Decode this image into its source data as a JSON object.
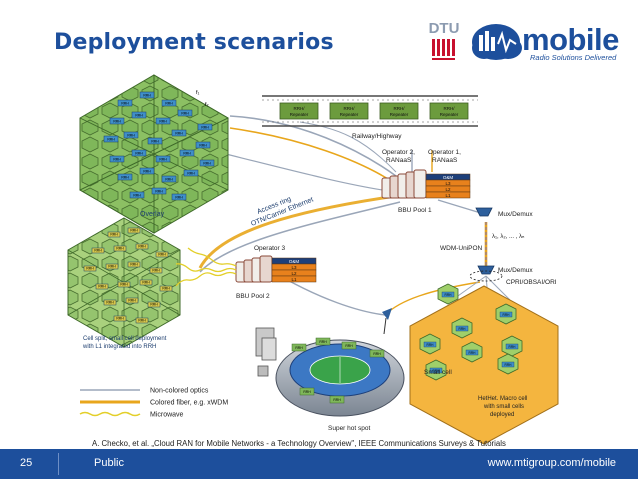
{
  "slide": {
    "title": "Deployment scenarios"
  },
  "logos": {
    "dtu_text": "DTU",
    "brand_word": "mobile",
    "brand_tagline": "Radio Solutions Delivered"
  },
  "diagram": {
    "rrh_label": "RRH",
    "small_rrh_label": "RRH",
    "repeater_label_line1": "RRH/",
    "repeater_label_line2": "Repeater",
    "railway_label": "Railway/Highway",
    "operator2_line1": "Operator 2,",
    "operator2_line2": "RANaaS",
    "operator1_line1": "Operator 1,",
    "operator1_line2": "RANaaS",
    "operator3_label": "Operator 3",
    "stack_layers": [
      "O&M",
      "L3",
      "L2",
      "L1"
    ],
    "bbu_pool1": "BBU Pool 1",
    "bbu_pool2": "BBU Pool 2",
    "access_ring_line1": "Access ring",
    "access_ring_line2": "OTN/Carrier Ethernet",
    "mux_demux_top": "Mux/Demux",
    "wavelengths": "λ₁, λ₂, ... , λₙ",
    "wdm_uni_pon": "WDM-UniPON",
    "mux_demux_bottom": "Mux/Demux",
    "cpri_label": "CPRI/OBSAI/ORI",
    "overlay_label": "Overlay",
    "cell_split_line1": "Cell split, small cell deployment",
    "cell_split_line2": "with L1 integrated into RRH",
    "small_cell_label": "Small cell",
    "hethet_line1": "HetHet. Macro cell",
    "hethet_line2": "with small cells",
    "hethet_line3": "deployed",
    "hot_spot_label": "Super hot spot",
    "legend": [
      {
        "label": "Non-colored optics",
        "color": "#9aa6b8"
      },
      {
        "label": "Colored fiber, e.g. xWDM",
        "color": "#e8a61c"
      },
      {
        "label": "Microwave",
        "color": "#e3cf2a"
      }
    ]
  },
  "citation": "A. Checko, et al. „Cloud RAN for Mobile Networks - a Technology Overview\", IEEE Communications Surveys & Tutorials",
  "footer": {
    "page_number": "25",
    "classification": "Public",
    "url": "www.mtigroup.com/mobile"
  },
  "colors": {
    "brand_blue": "#1d4f9c",
    "hex_cell": "#7fb75a",
    "rrh_box": "#3f8fc9",
    "small_cell": "#f4b53f",
    "repeater": "#6c9b3d",
    "stack_orange": "#e8811c",
    "stack_dark": "#1d3f7a"
  }
}
